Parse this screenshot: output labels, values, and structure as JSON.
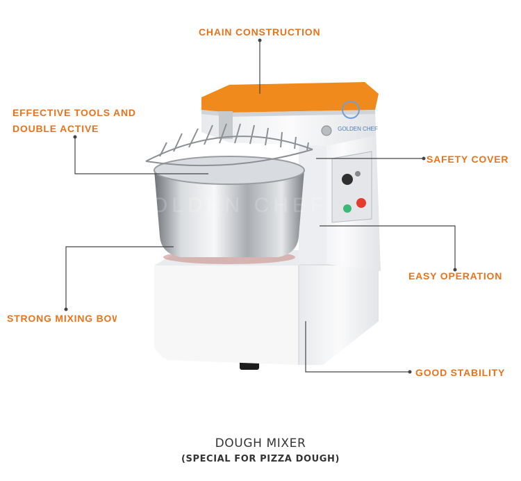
{
  "callouts": {
    "chain_construction": "CHAIN CONSTRUCTION",
    "effective_tools_line1": "EFFECTIVE TOOLS AND",
    "effective_tools_line2": "DOUBLE ACTIVE",
    "safety_cover": "SAFETY COVER",
    "easy_operation": "EASY OPERATION",
    "strong_mixing_bowl": "STRONG MIXING BOWL",
    "good_stability": "GOOD STABILITY"
  },
  "product": {
    "brand_logo_text": "GOLDEN CHEF",
    "watermark_text": "GOLDEN CHEF"
  },
  "caption": {
    "title": "DOUGH MIXER",
    "subtitle": "(SPECIAL FOR PIZZA DOUGH)"
  },
  "colors": {
    "accent": "#e8731c",
    "mixer_top": "#f08a1c",
    "mixer_body": "#f2f3f5",
    "leader_line": "#444444",
    "start_button": "#3cb878",
    "stop_button": "#e53b2f"
  }
}
